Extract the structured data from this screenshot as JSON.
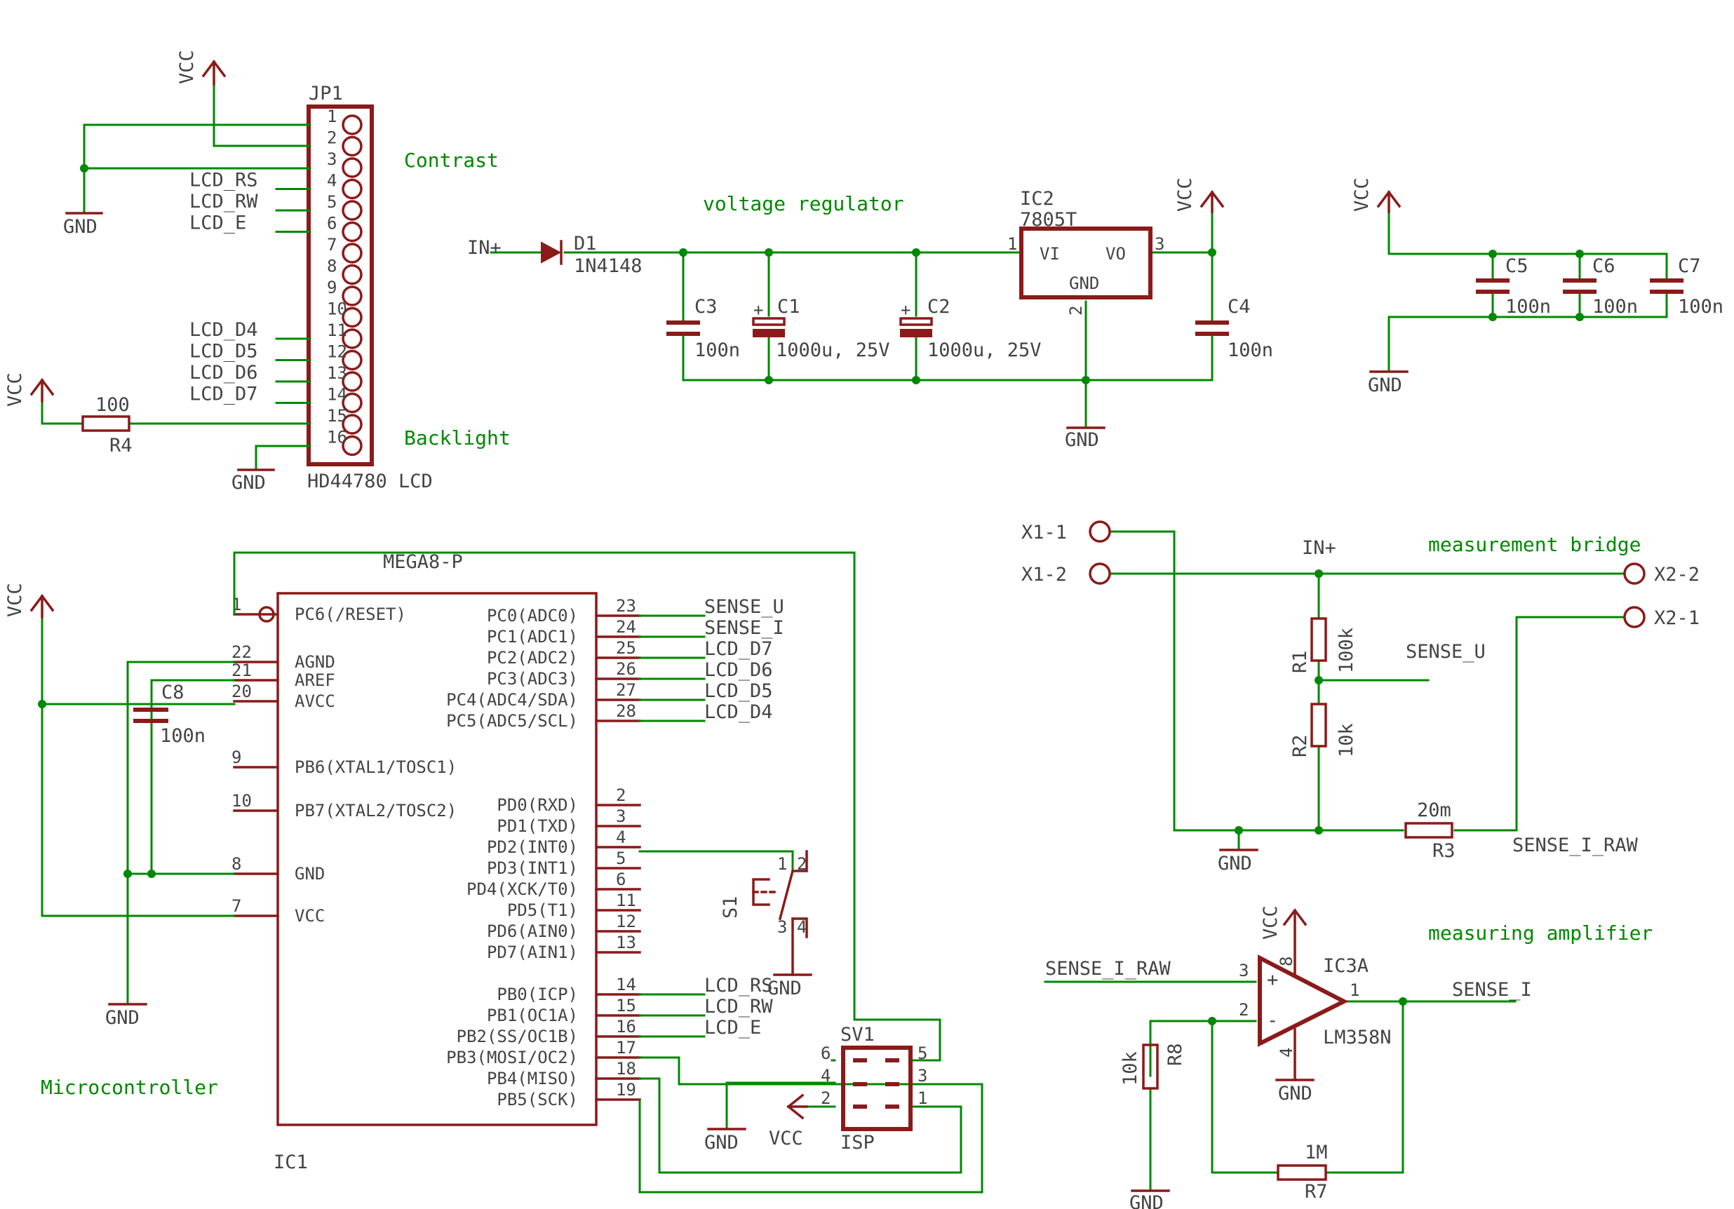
{
  "colors": {
    "wire": "#008800",
    "part": "#8b1a1a",
    "text": "#444444",
    "comment": "#008800",
    "background": "#ffffff"
  },
  "comments": {
    "contrast": "Contrast",
    "backlight": "Backlight",
    "voltage_regulator": "voltage regulator",
    "measurement_bridge": "measurement bridge",
    "measuring_amplifier": "measuring amplifier",
    "microcontroller": "Microcontroller"
  },
  "supply": {
    "vcc": "VCC",
    "gnd": "GND",
    "in_plus": "IN+"
  },
  "lcd": {
    "ref": "JP1",
    "value": "HD44780 LCD",
    "pin_numbers": [
      "1",
      "2",
      "3",
      "4",
      "5",
      "6",
      "7",
      "8",
      "9",
      "10",
      "11",
      "12",
      "13",
      "14",
      "15",
      "16"
    ],
    "net_labels": {
      "4": "LCD_RS",
      "5": "LCD_RW",
      "6": "LCD_E",
      "11": "LCD_D4",
      "12": "LCD_D5",
      "13": "LCD_D6",
      "14": "LCD_D7"
    }
  },
  "r4": {
    "ref": "R4",
    "value": "100"
  },
  "d1": {
    "ref": "D1",
    "value": "1N4148"
  },
  "ic2": {
    "ref": "IC2",
    "value": "7805T",
    "pin_vi": "VI",
    "pin_vo": "VO",
    "pin_gnd": "GND",
    "pin1": "1",
    "pin2": "2",
    "pin3": "3"
  },
  "regulator_caps": {
    "c3": {
      "ref": "C3",
      "value": "100n"
    },
    "c1": {
      "ref": "C1",
      "value": "1000u, 25V"
    },
    "c2": {
      "ref": "C2",
      "value": "1000u, 25V"
    },
    "c4": {
      "ref": "C4",
      "value": "100n"
    }
  },
  "decoupling": {
    "c5": {
      "ref": "C5",
      "value": "100n"
    },
    "c6": {
      "ref": "C6",
      "value": "100n"
    },
    "c7": {
      "ref": "C7",
      "value": "100n"
    }
  },
  "mcu": {
    "ref": "IC1",
    "value": "MEGA8-P",
    "left_pins": [
      {
        "num": "1",
        "name": "PC6(/RESET)"
      },
      {
        "num": "22",
        "name": "AGND"
      },
      {
        "num": "21",
        "name": "AREF"
      },
      {
        "num": "20",
        "name": "AVCC"
      },
      {
        "num": "9",
        "name": "PB6(XTAL1/TOSC1)"
      },
      {
        "num": "10",
        "name": "PB7(XTAL2/TOSC2)"
      },
      {
        "num": "8",
        "name": "GND"
      },
      {
        "num": "7",
        "name": "VCC"
      }
    ],
    "right_pins": [
      {
        "num": "23",
        "name": "PC0(ADC0)",
        "net": "SENSE_U"
      },
      {
        "num": "24",
        "name": "PC1(ADC1)",
        "net": "SENSE_I"
      },
      {
        "num": "25",
        "name": "PC2(ADC2)",
        "net": "LCD_D7"
      },
      {
        "num": "26",
        "name": "PC3(ADC3)",
        "net": "LCD_D6"
      },
      {
        "num": "27",
        "name": "PC4(ADC4/SDA)",
        "net": "LCD_D5"
      },
      {
        "num": "28",
        "name": "PC5(ADC5/SCL)",
        "net": "LCD_D4"
      },
      {
        "num": "2",
        "name": "PD0(RXD)",
        "net": ""
      },
      {
        "num": "3",
        "name": "PD1(TXD)",
        "net": ""
      },
      {
        "num": "4",
        "name": "PD2(INT0)",
        "net": ""
      },
      {
        "num": "5",
        "name": "PD3(INT1)",
        "net": ""
      },
      {
        "num": "6",
        "name": "PD4(XCK/T0)",
        "net": ""
      },
      {
        "num": "11",
        "name": "PD5(T1)",
        "net": ""
      },
      {
        "num": "12",
        "name": "PD6(AIN0)",
        "net": ""
      },
      {
        "num": "13",
        "name": "PD7(AIN1)",
        "net": ""
      },
      {
        "num": "14",
        "name": "PB0(ICP)",
        "net": "LCD_RS"
      },
      {
        "num": "15",
        "name": "PB1(OC1A)",
        "net": "LCD_RW"
      },
      {
        "num": "16",
        "name": "PB2(SS/OC1B)",
        "net": "LCD_E"
      },
      {
        "num": "17",
        "name": "PB3(MOSI/OC2)",
        "net": ""
      },
      {
        "num": "18",
        "name": "PB4(MISO)",
        "net": ""
      },
      {
        "num": "19",
        "name": "PB5(SCK)",
        "net": ""
      }
    ]
  },
  "c8": {
    "ref": "C8",
    "value": "100n"
  },
  "s1": {
    "ref": "S1",
    "pins": [
      "1",
      "2",
      "3",
      "4"
    ]
  },
  "sv1": {
    "ref": "SV1",
    "value": "ISP",
    "pins": [
      "6",
      "4",
      "2",
      "5",
      "3",
      "1"
    ]
  },
  "bridge": {
    "x1_1": "X1-1",
    "x1_2": "X1-2",
    "x2_1": "X2-1",
    "x2_2": "X2-2",
    "r1": {
      "ref": "R1",
      "value": "100k"
    },
    "r2": {
      "ref": "R2",
      "value": "10k"
    },
    "r3": {
      "ref": "R3",
      "value": "20m"
    },
    "sense_u": "SENSE_U",
    "sense_i_raw": "SENSE_I_RAW"
  },
  "amplifier": {
    "ref": "IC3A",
    "value": "LM358N",
    "pin1": "1",
    "pin2": "2",
    "pin3": "3",
    "pin4": "4",
    "pin8": "8",
    "plus": "+",
    "minus": "-",
    "in_net": "SENSE_I_RAW",
    "out_net": "SENSE_I",
    "r8": {
      "ref": "R8",
      "value": "10k"
    },
    "r7": {
      "ref": "R7",
      "value": "1M"
    }
  }
}
